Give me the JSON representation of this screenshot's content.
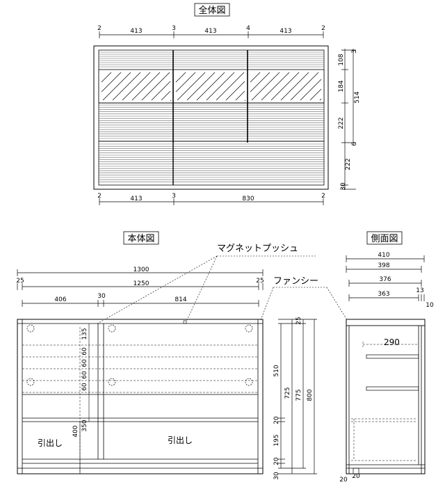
{
  "titles": {
    "overall": "全体図",
    "body": "本体図",
    "side": "側面図"
  },
  "overall": {
    "top_dims": [
      "2",
      "413",
      "3",
      "413",
      "4",
      "413",
      "2"
    ],
    "bottom_dims": [
      "2",
      "413",
      "3",
      "830",
      "2"
    ],
    "right_dims": [
      "3",
      "108",
      "184",
      "514",
      "222",
      "6",
      "222",
      "30"
    ]
  },
  "body": {
    "callouts": {
      "magnet": "マグネットプッシュ",
      "fancy": "ファンシー"
    },
    "dims_top": [
      "1300",
      "25",
      "1250",
      "25",
      "406",
      "30",
      "814"
    ],
    "dims_inner": [
      "135",
      "60",
      "60",
      "60",
      "60",
      "350",
      "400"
    ],
    "dims_right": [
      "25",
      "510",
      "725",
      "775",
      "800",
      "20",
      "195",
      "20",
      "30"
    ],
    "drawer_left": "引出し",
    "drawer_right": "引出し"
  },
  "side": {
    "dims": [
      "410",
      "398",
      "376",
      "363",
      "13",
      "10"
    ],
    "inner_label": "290",
    "bottom_dims": [
      "20",
      "20"
    ]
  }
}
